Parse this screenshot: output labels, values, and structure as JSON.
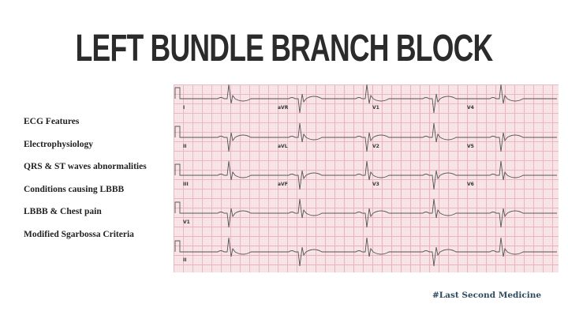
{
  "title": "LEFT BUNDLE BRANCH BLOCK",
  "menu": [
    "ECG Features",
    "Electrophysiology",
    "QRS & ST waves abnormalities",
    "Conditions causing LBBB",
    "LBBB & Chest pain",
    "Modified Sgarbossa Criteria"
  ],
  "leads": [
    [
      "I",
      "aVR",
      "V1",
      "V4"
    ],
    [
      "II",
      "aVL",
      "V2",
      "V5"
    ],
    [
      "III",
      "aVF",
      "V3",
      "V6"
    ],
    [
      "V1"
    ],
    [
      "II"
    ]
  ],
  "footer": "#Last Second Medicine",
  "colors": {
    "grid": "#eab6be",
    "trace": "#555555",
    "footer": "#2e4a5e"
  }
}
